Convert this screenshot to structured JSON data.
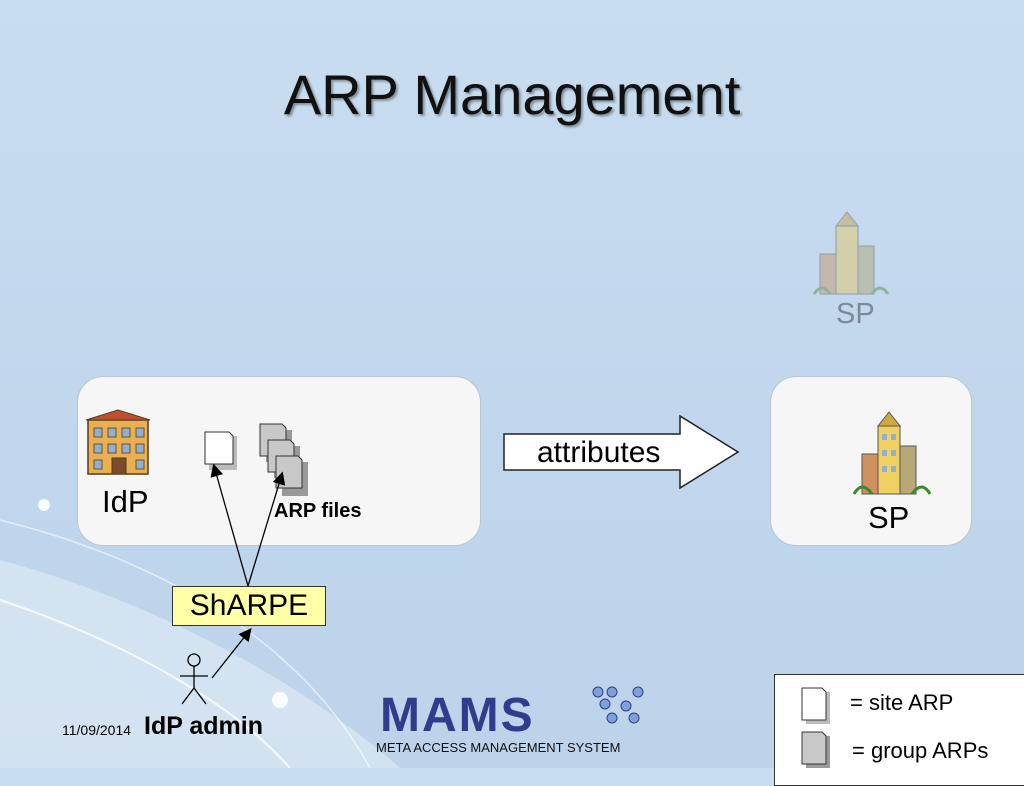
{
  "slide": {
    "title": "ARP Management",
    "date": "11/09/2014",
    "admin_label": "IdP admin"
  },
  "diagram": {
    "idp_label": "IdP",
    "arp_files_label": "ARP files",
    "sharpe_label": "ShARPE",
    "arrow_label": "attributes",
    "sp_label": "SP",
    "sp_faded_label": "SP"
  },
  "legend": {
    "site_arp": "= site ARP",
    "group_arps": "= group ARPs"
  },
  "logo": {
    "text": "MAMS",
    "subtitle": "META ACCESS MANAGEMENT SYSTEM"
  },
  "colors": {
    "sharpe_fill": "#ffffa8",
    "logo_blue": "#2e3e8c",
    "hex_blue": "#7fa0d8"
  }
}
